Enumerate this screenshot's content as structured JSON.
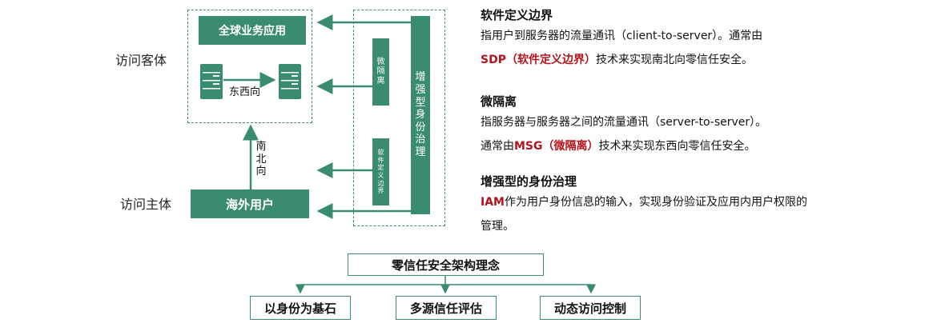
{
  "labels": {
    "visit_object": "访问客体",
    "visit_subject": "访问主体"
  },
  "nodes": {
    "global_app": "全球业务应用",
    "overseas_user": "海外用户",
    "east_west": "东西向",
    "north_south": "南北向",
    "micro_isolation": "微隔离",
    "sdp": "软件定义边界",
    "identity_governance": "增强型身份治理"
  },
  "text": {
    "sdp_heading": "软件定义边界",
    "sdp_line1": "指用户到服务器的流量通讯（client-to-server）。通常由",
    "sdp_highlight": "SDP（软件定义边界）",
    "sdp_line2": "技术来实现南北向零信任安全。",
    "msg_heading": "微隔离",
    "msg_line1": "指服务器与服务器之间的流量通讯（server-to-server）。",
    "msg_prefix": "通常由",
    "msg_highlight": "MSG（微隔离）",
    "msg_line2": "技术来实现东西向零信任安全。",
    "iam_heading": "增强型的身份治理",
    "iam_highlight": "IAM",
    "iam_line": "作为用户身份信息的输入，实现身份验证及应用内用户权限的管理。"
  },
  "bottom": {
    "title": "零信任安全架构理念",
    "items": [
      "以身份为基石",
      "多源信任评估",
      "动态访问控制"
    ]
  },
  "colors": {
    "accent": "#3a8c6e",
    "highlight": "#b5121b"
  }
}
